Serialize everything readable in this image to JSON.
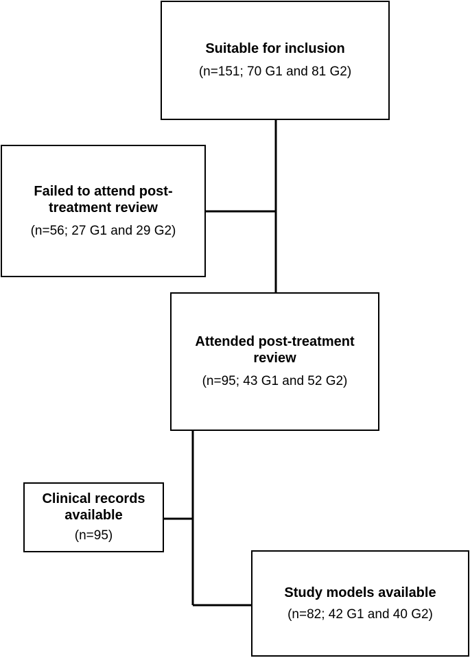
{
  "diagram": {
    "boxes": {
      "suitable": {
        "title": "Suitable for inclusion",
        "counts": "(n=151; 70 G1 and 81 G2)"
      },
      "failed": {
        "title": "Failed to attend post-treatment review",
        "counts": "(n=56; 27 G1 and 29 G2)"
      },
      "attended": {
        "title": "Attended post-treatment review",
        "counts": "(n=95; 43 G1 and 52 G2)"
      },
      "clinical": {
        "title": "Clinical records available",
        "counts": "(n=95)"
      },
      "study": {
        "title": "Study models available",
        "counts": "(n=82; 42 G1 and 40 G2)"
      }
    },
    "line_color": "#000000",
    "box_border_color": "#000000"
  }
}
